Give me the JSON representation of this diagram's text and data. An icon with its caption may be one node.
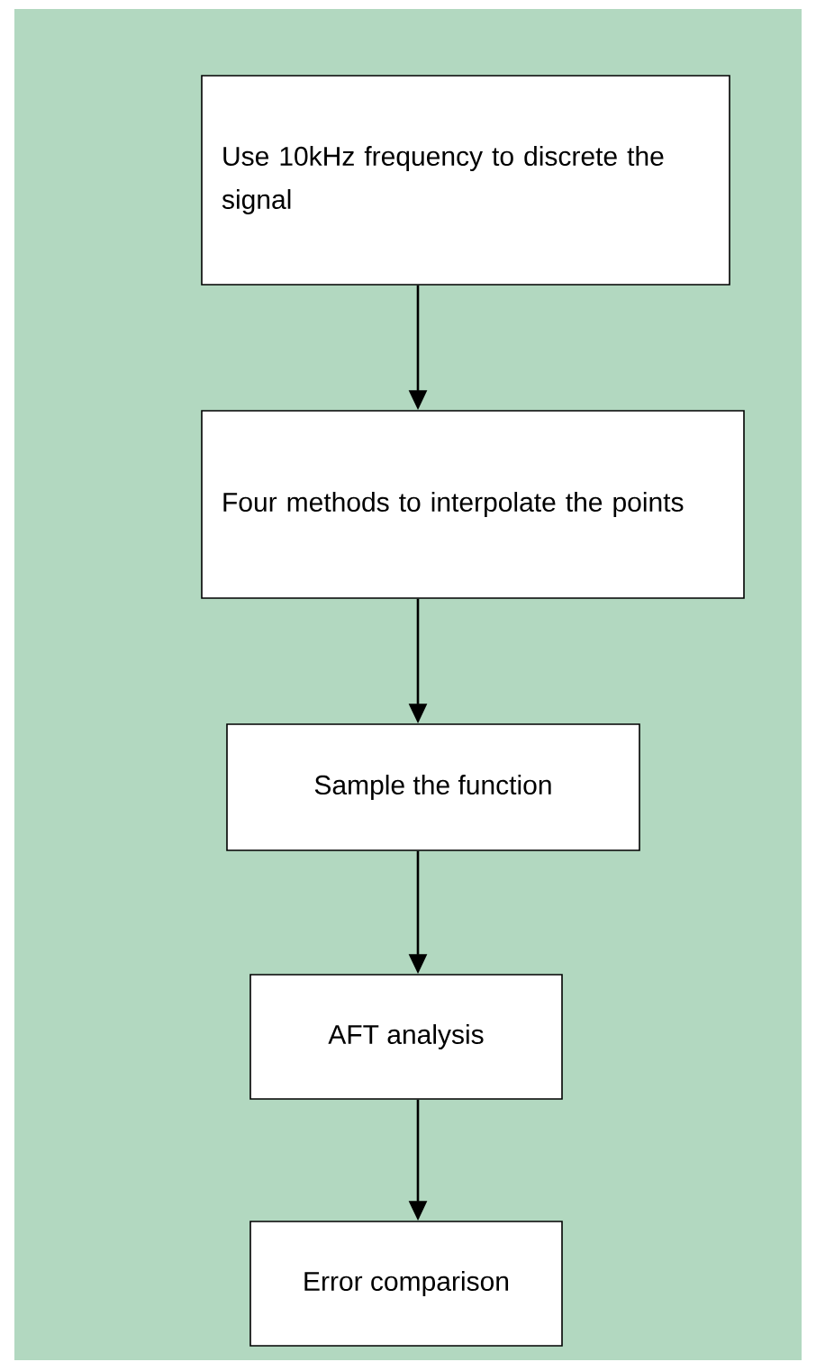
{
  "diagram": {
    "nodes": [
      {
        "text": [
          "Use 10kHz frequency to discrete the signal"
        ]
      },
      {
        "text": [
          "Four methods to interpolate the points"
        ]
      },
      {
        "text": [
          "Sample the function"
        ]
      },
      {
        "text": [
          "AFT analysis"
        ]
      },
      {
        "text": [
          "Error comparison"
        ]
      }
    ],
    "edges": [
      {
        "from": 0,
        "to": 1,
        "arrow": "to"
      },
      {
        "from": 1,
        "to": 2,
        "arrow": "to"
      },
      {
        "from": 2,
        "to": 3,
        "arrow": "to"
      },
      {
        "from": 3,
        "to": 4,
        "arrow": "to"
      }
    ]
  }
}
